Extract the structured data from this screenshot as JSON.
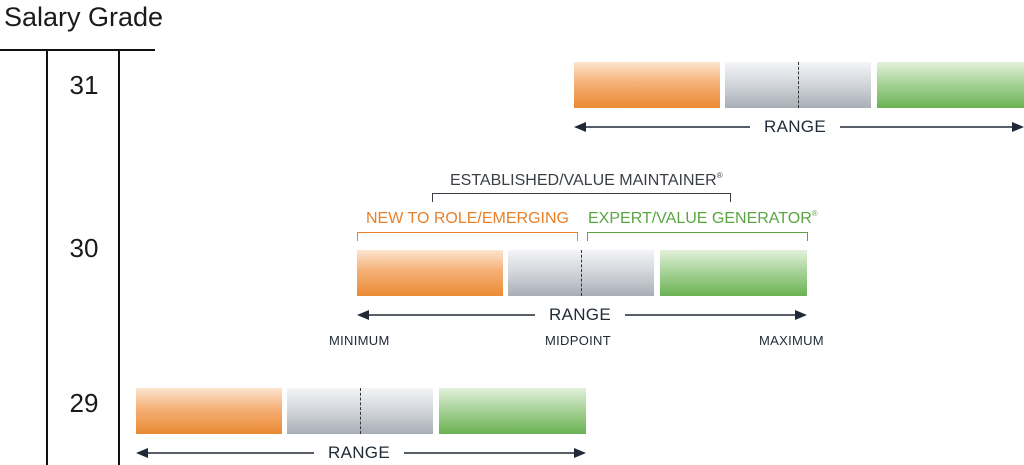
{
  "title": "Salary Grade",
  "grades": [
    {
      "grade": "31",
      "range_label": "RANGE"
    },
    {
      "grade": "30",
      "range_label": "RANGE"
    },
    {
      "grade": "29",
      "range_label": "RANGE"
    }
  ],
  "labels": {
    "minimum": "MINIMUM",
    "midpoint": "MIDPOINT",
    "maximum": "MAXIMUM",
    "established": "ESTABLISHED/VALUE MAINTAINER",
    "new_to_role": "NEW TO ROLE/EMERGING",
    "expert": "EXPERT/VALUE GENERATOR",
    "registered_mark": "®"
  },
  "colors": {
    "orange": "#ea8a34",
    "gray": "#a8aeb6",
    "green": "#6bb253",
    "new_to_role_text": "#e8812a",
    "expert_text": "#5aa642",
    "established_text": "#3a3f45"
  }
}
